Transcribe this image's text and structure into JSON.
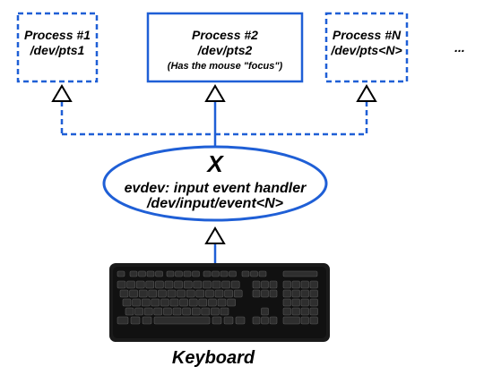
{
  "processes": [
    {
      "title": "Process #1",
      "device": "/dev/pts1",
      "focused": false
    },
    {
      "title": "Process #2",
      "device": "/dev/pts2",
      "note": "(Has the mouse \"focus\")",
      "focused": true
    },
    {
      "title": "Process #N",
      "device": "/dev/pts<N>",
      "focused": false
    }
  ],
  "more_indicator": "...",
  "x_server": {
    "label": "X",
    "line1": "evdev: input event handler",
    "line2": "/dev/input/event<N>"
  },
  "keyboard": {
    "label": "Keyboard"
  },
  "colors": {
    "accent": "#1f5fd6",
    "ink": "#000000",
    "keyboard_body": "#1a1a1a",
    "key": "#2e2e2e"
  }
}
